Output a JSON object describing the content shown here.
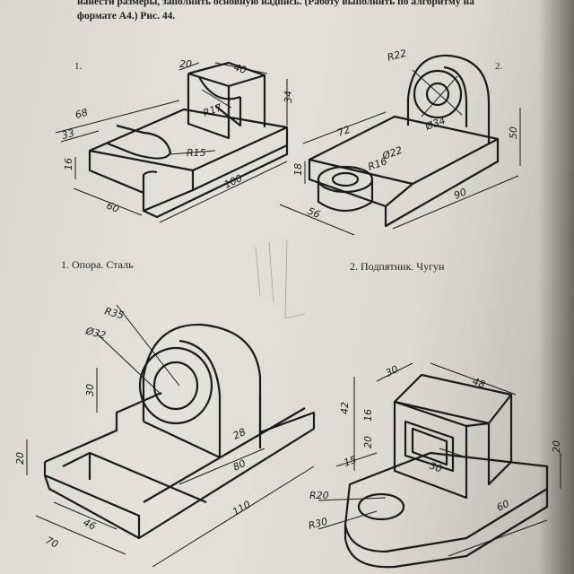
{
  "header": {
    "line1": "нанести размеры, заполнить основную надпись. (Работу выполнить по алгоритму на",
    "line2": "формате А4.) Рис. 44."
  },
  "figures": {
    "fig1": {
      "number": "1.",
      "caption": "1.  Опора. Сталь",
      "dims": {
        "d20": "20",
        "d40": "40",
        "d34": "34",
        "r17": "R17",
        "d68": "68",
        "d33": "33",
        "d16": "16",
        "r15": "R15",
        "d60": "60",
        "d100": "100"
      }
    },
    "fig2": {
      "number": "2.",
      "caption": "2.  Подпятник. Чугун",
      "dims": {
        "r22": "R22",
        "d34": "Ø34",
        "d50": "50",
        "d72": "72",
        "d22": "Ø22",
        "r16": "R16",
        "d18": "18",
        "d56": "56",
        "d90": "90"
      }
    },
    "fig3": {
      "dims": {
        "r35": "R35",
        "d32": "Ø32",
        "d30": "30",
        "d20": "20",
        "d28": "28",
        "d80": "80",
        "d46": "46",
        "d110": "110",
        "d70": "70"
      }
    },
    "fig4": {
      "dims": {
        "d30": "30",
        "d48": "48",
        "d42": "42",
        "d16": "16",
        "d20": "20",
        "d15": "15",
        "d30b": "30",
        "r20": "R20",
        "r30": "R30",
        "d60": "60",
        "d20b": "20"
      }
    }
  },
  "colors": {
    "paper": "#e0ddd6",
    "ink": "#1a1a1a"
  }
}
